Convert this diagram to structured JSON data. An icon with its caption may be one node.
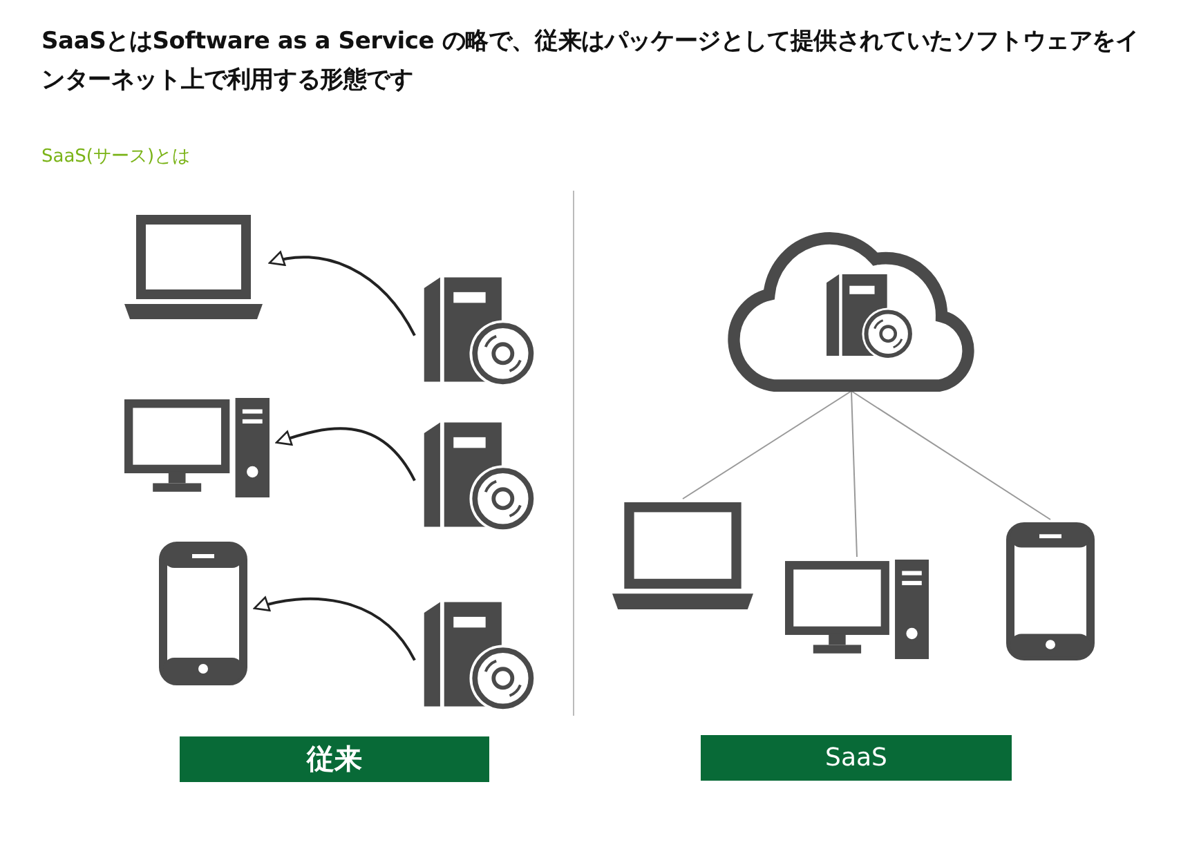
{
  "diagram": {
    "title": "SaaSとはSoftware as a Service の略で、従来はパッケージとして提供されていたソフトウェアをインターネット上で利用する形態です",
    "nodes": [
      {
        "text": [],
        "shape": "laptop"
      },
      {
        "text": [],
        "shape": "software"
      },
      {
        "text": [],
        "shape": "desktop"
      },
      {
        "text": [],
        "shape": "software"
      },
      {
        "text": [],
        "shape": "phone"
      },
      {
        "text": [],
        "shape": "software"
      },
      {
        "text": [],
        "shape": "cloud"
      },
      {
        "text": [],
        "shape": "software",
        "in": 6
      },
      {
        "text": [],
        "shape": "laptop"
      },
      {
        "text": [],
        "shape": "desktop"
      },
      {
        "text": [],
        "shape": "phone"
      },
      {
        "text": [
          "従来"
        ]
      },
      {
        "text": [
          "SaaS"
        ]
      }
    ],
    "edges": [
      {
        "from": 1,
        "to": 0,
        "arrow": "to"
      },
      {
        "from": 3,
        "to": 2,
        "arrow": "to"
      },
      {
        "from": 5,
        "to": 4,
        "arrow": "to"
      },
      {
        "from": 6,
        "to": 8,
        "arrow": "none",
        "color": "#999999"
      },
      {
        "from": 6,
        "to": 9,
        "arrow": "none",
        "color": "#999999"
      },
      {
        "from": 6,
        "to": 10,
        "arrow": "none",
        "color": "#999999"
      }
    ],
    "labels": [
      "SaaS(サース)とは"
    ]
  }
}
